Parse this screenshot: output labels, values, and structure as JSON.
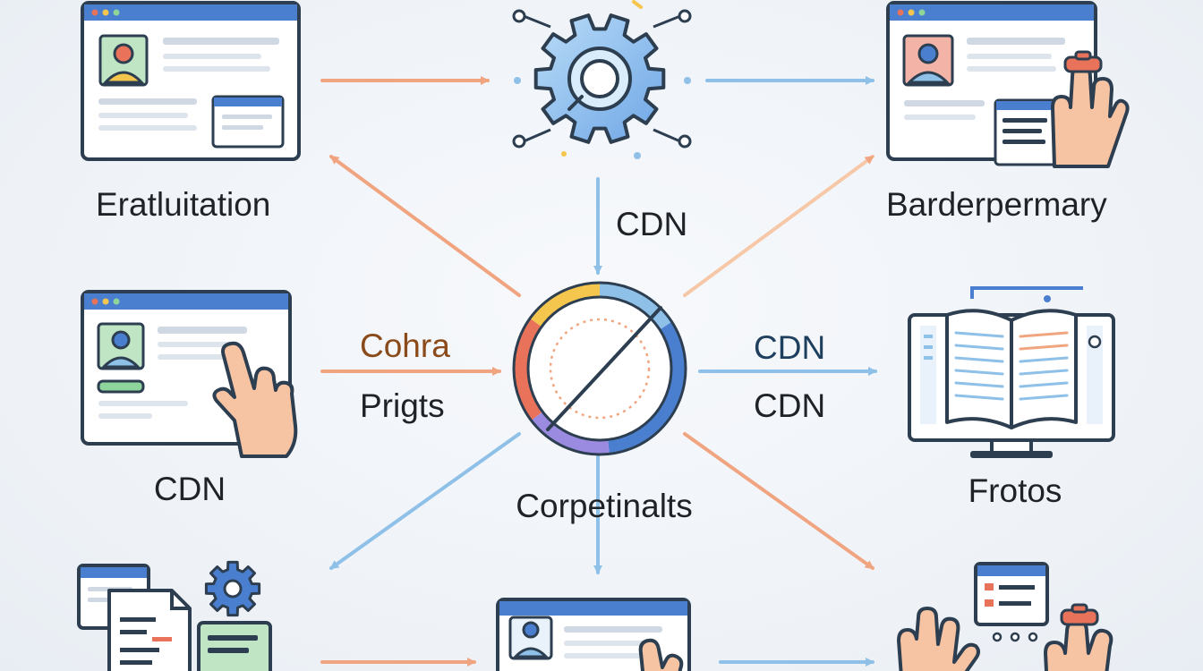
{
  "labels": {
    "top_left": "Eratluitation",
    "top_right": "Barderpermary",
    "top_center_arrow": "CDN",
    "mid_left": "CDN",
    "mid_left_arrow_top": "Cohra",
    "mid_left_arrow_bottom": "Prigts",
    "mid_right_arrow_top": "CDN",
    "mid_right_arrow_bottom": "CDN",
    "mid_right": "Frotos",
    "center_bottom": "Corpetinalts"
  },
  "colors": {
    "outline": "#2c3e50",
    "browser_bar": "#4a7fd0",
    "arrow_orange": "#f0a580",
    "arrow_blue": "#8ec0e8",
    "skin": "#f6c3a3",
    "green": "#8fd49b",
    "red": "#e8735a",
    "yellow": "#f5c64e",
    "purple": "#9a8be0"
  },
  "icons": [
    "browser-profile-icon",
    "gear-network-icon",
    "browser-hand-icon",
    "browser-pointer-icon",
    "progress-ring-icon",
    "open-book-monitor-icon",
    "documents-gear-icon",
    "browser-cursor-icon",
    "hands-device-icon"
  ]
}
